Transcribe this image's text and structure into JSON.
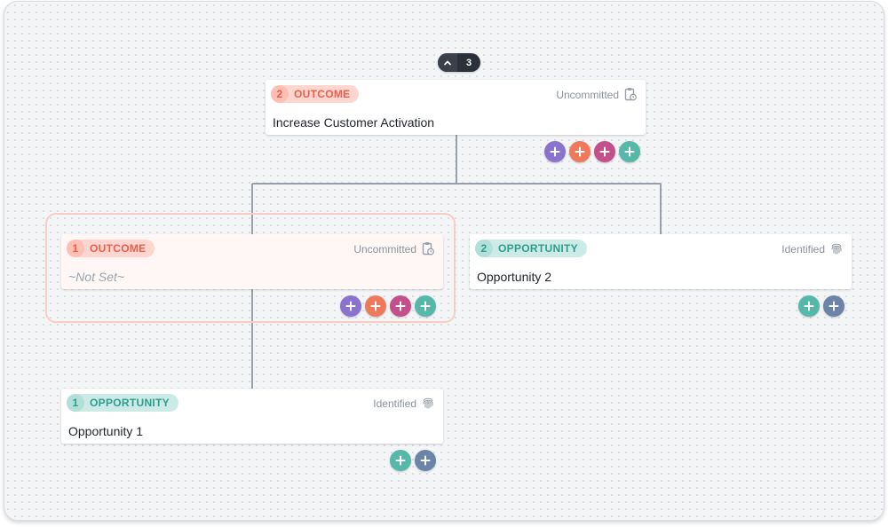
{
  "collapse_control": {
    "count": "3"
  },
  "cards": {
    "root": {
      "badge_num": "2",
      "badge_label": "OUTCOME",
      "status": "Uncommitted",
      "title": "Increase Customer Activation"
    },
    "outcome_child": {
      "badge_num": "1",
      "badge_label": "OUTCOME",
      "status": "Uncommitted",
      "title": "~Not Set~"
    },
    "opportunity_2": {
      "badge_num": "2",
      "badge_label": "OPPORTUNITY",
      "status": "Identified",
      "title": "Opportunity 2"
    },
    "opportunity_1": {
      "badge_num": "1",
      "badge_label": "OPPORTUNITY",
      "status": "Identified",
      "title": "Opportunity 1"
    }
  },
  "colors": {
    "add_purple": "#8a72cf",
    "add_orange": "#ee7a5b",
    "add_magenta": "#c4508b",
    "add_teal": "#56b8a9",
    "add_slate": "#6c84a8",
    "connector": "#9aa0aa",
    "outcome": "#e8604c",
    "opportunity": "#2e9c8f"
  },
  "icons": {
    "status_uncommitted": "clipboard-clock-icon",
    "status_identified": "fingerprint-icon",
    "add": "plus-icon",
    "collapse": "chevron-up-icon"
  }
}
